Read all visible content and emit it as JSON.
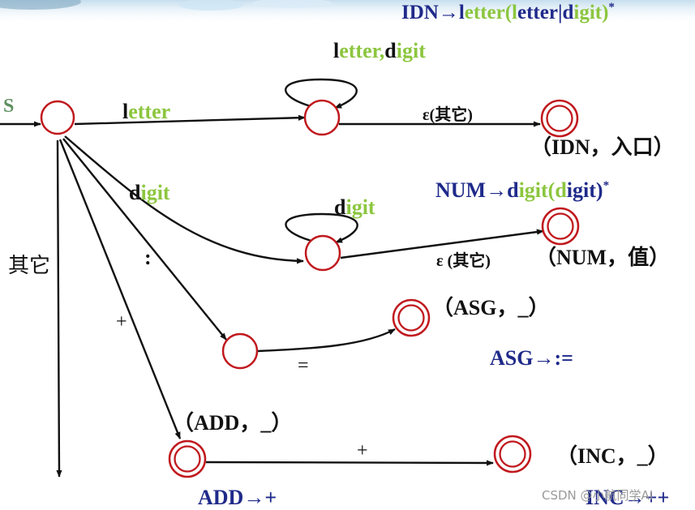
{
  "colors": {
    "state_stroke": "#c0191e",
    "edge": "#111111",
    "rule_text": "#1f2a8a",
    "class_text": "#8cc63f",
    "output_text": "#111111",
    "header_cloud": "#cfe6f5"
  },
  "start_label": "S",
  "rules": {
    "idn": {
      "a": "IDN→l",
      "b": "etter(l",
      "c": "etter|d",
      "d": "igit)",
      "star": "*"
    },
    "num": {
      "a": "NUM→d",
      "b": "igit(d",
      "c": "igit)",
      "star": "*"
    },
    "asg": "ASG→:=",
    "add": "ADD→+",
    "inc": "INC→++"
  },
  "edge_labels": {
    "letter": {
      "a": "l",
      "b": "etter"
    },
    "letter_digit": {
      "a": "l",
      "b": "etter,",
      "c": "d",
      "d": "igit"
    },
    "digit_branch": {
      "a": "d",
      "b": "igit"
    },
    "digit_loop": {
      "a": "d",
      "b": "igit"
    },
    "epsilon_other_1": "ε(其它)",
    "epsilon_other_2": "ε (其它)",
    "colon": ":",
    "equals": "=",
    "plus_branch": "+",
    "plus_inc": "+",
    "other": "其它"
  },
  "outputs": {
    "idn": "（IDN，入口）",
    "num": "（NUM，值）",
    "asg": "（ASG，_）",
    "add": "（ADD，_）",
    "inc": "（INC，_）"
  },
  "watermark": "CSDN @小航同学AI"
}
